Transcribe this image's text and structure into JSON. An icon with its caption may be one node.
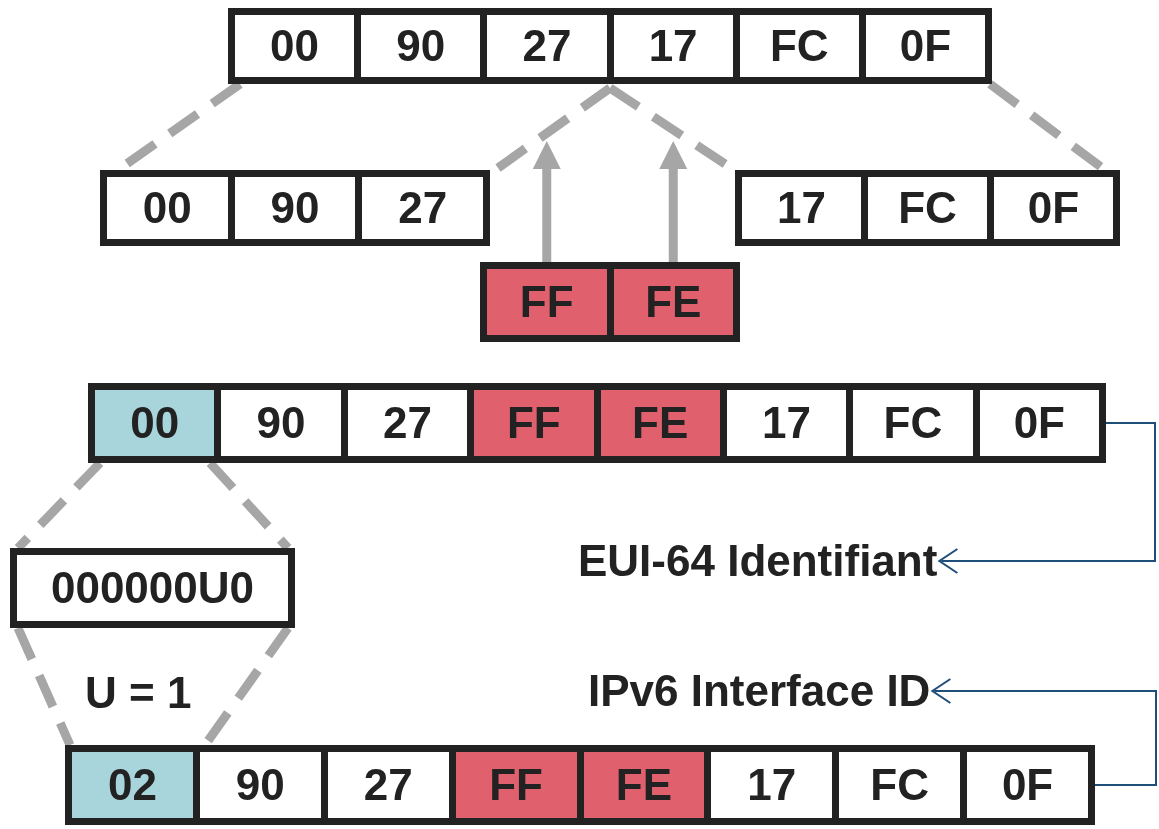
{
  "diagram": {
    "nodes": [
      {
        "text": [],
        "shape": "box"
      },
      {
        "text": [
          "00"
        ],
        "in": 0
      },
      {
        "text": [
          "90"
        ],
        "in": 0
      },
      {
        "text": [
          "27"
        ],
        "in": 0
      },
      {
        "text": [
          "17"
        ],
        "in": 0
      },
      {
        "text": [
          "FC"
        ],
        "in": 0
      },
      {
        "text": [
          "0F"
        ],
        "in": 0
      },
      {
        "text": [],
        "shape": "box"
      },
      {
        "text": [
          "00"
        ],
        "in": 7
      },
      {
        "text": [
          "90"
        ],
        "in": 7
      },
      {
        "text": [
          "27"
        ],
        "in": 7
      },
      {
        "text": [],
        "shape": "box"
      },
      {
        "text": [
          "17"
        ],
        "in": 11
      },
      {
        "text": [
          "FC"
        ],
        "in": 11
      },
      {
        "text": [
          "0F"
        ],
        "in": 11
      },
      {
        "text": [],
        "shape": "box"
      },
      {
        "text": [
          "FF"
        ],
        "in": 15
      },
      {
        "text": [
          "FE"
        ],
        "in": 15
      },
      {
        "text": [],
        "shape": "box"
      },
      {
        "text": [
          "00"
        ],
        "in": 18
      },
      {
        "text": [
          "90"
        ],
        "in": 18
      },
      {
        "text": [
          "27"
        ],
        "in": 18
      },
      {
        "text": [
          "FF"
        ],
        "in": 18
      },
      {
        "text": [
          "FE"
        ],
        "in": 18
      },
      {
        "text": [
          "17"
        ],
        "in": 18
      },
      {
        "text": [
          "FC"
        ],
        "in": 18
      },
      {
        "text": [
          "0F"
        ],
        "in": 18
      },
      {
        "text": [
          "EUI-64 Identifiant"
        ]
      },
      {
        "text": [
          "000000U0"
        ]
      },
      {
        "text": [
          "IPv6 Interface ID"
        ]
      },
      {
        "text": [],
        "shape": "box"
      },
      {
        "text": [
          "02"
        ],
        "in": 30
      },
      {
        "text": [
          "90"
        ],
        "in": 30
      },
      {
        "text": [
          "27"
        ],
        "in": 30
      },
      {
        "text": [
          "FF"
        ],
        "in": 30
      },
      {
        "text": [
          "FE"
        ],
        "in": 30
      },
      {
        "text": [
          "17"
        ],
        "in": 30
      },
      {
        "text": [
          "FC"
        ],
        "in": 30
      },
      {
        "text": [
          "0F"
        ],
        "in": 30
      }
    ],
    "edges": [
      {
        "from": 16,
        "to": null,
        "arrow": "to",
        "color": "#a6a6a6"
      },
      {
        "from": 17,
        "to": null,
        "arrow": "to",
        "color": "#a6a6a6"
      },
      {
        "from": 18,
        "to": 27,
        "arrow": "to",
        "color": "#1f4e79"
      },
      {
        "from": 30,
        "to": 29,
        "arrow": "to",
        "color": "#1f4e79"
      },
      {
        "from": 0,
        "to": 7,
        "arrow": "none",
        "style": "dashed",
        "color": "#a6a6a6"
      },
      {
        "from": 0,
        "to": 7,
        "arrow": "none",
        "style": "dashed",
        "color": "#a6a6a6"
      },
      {
        "from": 0,
        "to": 11,
        "arrow": "none",
        "style": "dashed",
        "color": "#a6a6a6"
      },
      {
        "from": 0,
        "to": 11,
        "arrow": "none",
        "style": "dashed",
        "color": "#a6a6a6"
      },
      {
        "from": 18,
        "to": 28,
        "arrow": "none",
        "style": "dashed",
        "color": "#a6a6a6"
      },
      {
        "from": 18,
        "to": 28,
        "arrow": "none",
        "style": "dashed",
        "color": "#a6a6a6"
      },
      {
        "from": 28,
        "to": 30,
        "arrow": "none",
        "style": "dashed",
        "color": "#a6a6a6"
      },
      {
        "from": 28,
        "to": 30,
        "arrow": "none",
        "style": "dashed",
        "color": "#a6a6a6"
      }
    ],
    "labels": [
      "U = 1"
    ]
  }
}
